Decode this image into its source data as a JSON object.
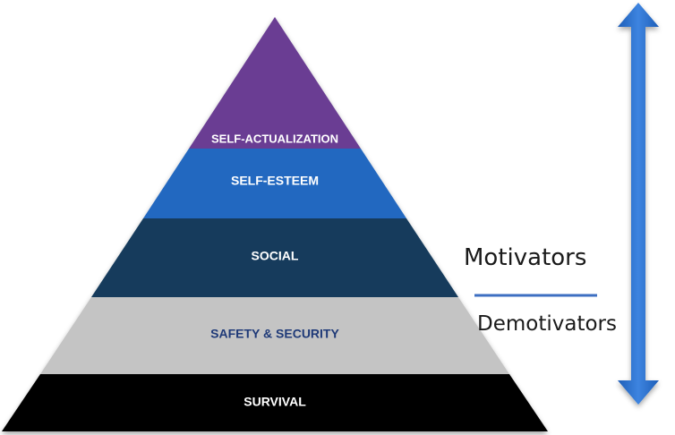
{
  "pyramid": {
    "tiers": [
      {
        "label": "SELF-ACTUALIZATION",
        "fill": "#6a3d93",
        "text_color": "#ffffff"
      },
      {
        "label": "SELF-ESTEEM",
        "fill": "#2367c0",
        "text_color": "#ffffff"
      },
      {
        "label": "SOCIAL",
        "fill": "#123a5c",
        "text_color": "#ffffff"
      },
      {
        "label": "SAFETY & SECURITY",
        "fill": "#c4c4c4",
        "text_color": "#1f3a78"
      },
      {
        "label": "SURVIVAL",
        "fill": "#050505",
        "text_color": "#ffffff"
      }
    ]
  },
  "scale": {
    "upper_label": "Motivators",
    "lower_label": "Demotivators",
    "divider_color": "#3d6fc2",
    "arrow_color": "#2d6ec9",
    "arrow_icon": "double-arrow-vertical-icon"
  }
}
